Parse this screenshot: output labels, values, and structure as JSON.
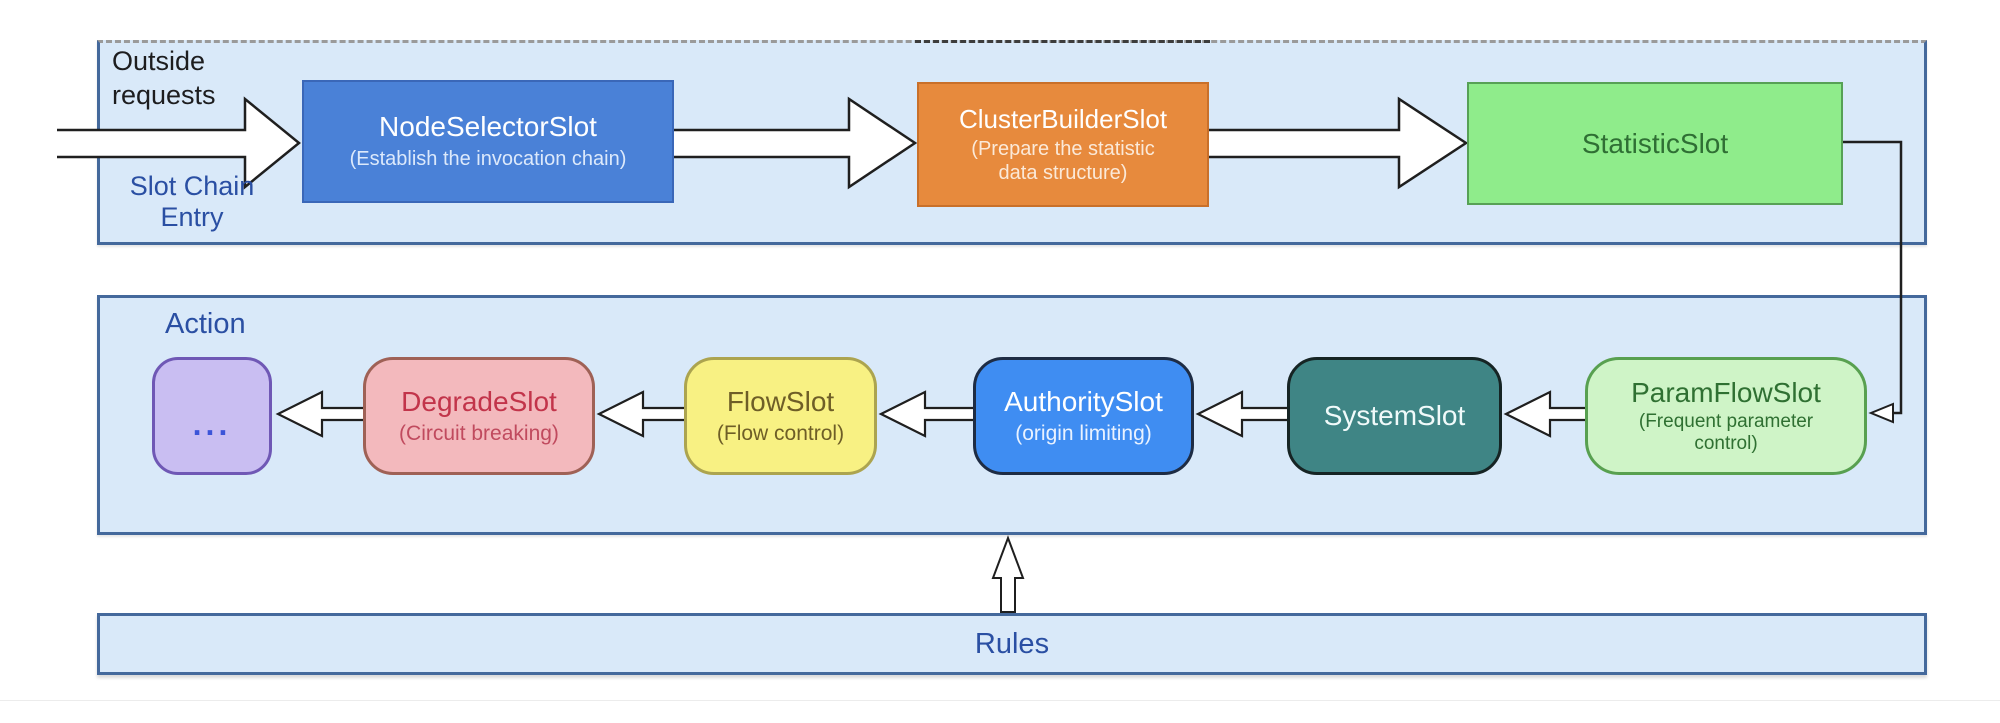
{
  "labels": {
    "outside_requests": "Outside\nrequests",
    "slot_chain_entry": "Slot Chain\nEntry",
    "action": "Action",
    "rules": "Rules"
  },
  "entry_chain": [
    {
      "title": "NodeSelectorSlot",
      "subtitle": "(Establish the invocation chain)",
      "fill": "#4a81d7",
      "border": "#3a67b8",
      "text_color": "#ffffff"
    },
    {
      "title": "ClusterBuilderSlot",
      "subtitle": "(Prepare the statistic\ndata structure)",
      "fill": "#e78a3d",
      "border": "#c9702a",
      "text_color": "#ffffff"
    },
    {
      "title": "StatisticSlot",
      "subtitle": "",
      "fill": "#8fec8b",
      "border": "#57a156",
      "text_color": "#2f6f34"
    }
  ],
  "action_chain": [
    {
      "title": "...",
      "subtitle": "",
      "fill": "#c9bef2",
      "border": "#6f58b5",
      "text_color": "#3c55d8"
    },
    {
      "title": "DegradeSlot",
      "subtitle": "(Circuit breaking)",
      "fill": "#f3b9bd",
      "border": "#9f6156",
      "text_color": "#c2344a"
    },
    {
      "title": "FlowSlot",
      "subtitle": "(Flow control)",
      "fill": "#f8f183",
      "border": "#aca44f",
      "text_color": "#6e5e27"
    },
    {
      "title": "AuthoritySlot",
      "subtitle": "(origin limiting)",
      "fill": "#3f8df2",
      "border": "#1e2c44",
      "text_color": "#ffffff"
    },
    {
      "title": "SystemSlot",
      "subtitle": "",
      "fill": "#3f8585",
      "border": "#162424",
      "text_color": "#f0fafa"
    },
    {
      "title": "ParamFlowSlot",
      "subtitle": "(Frequent parameter\ncontrol)",
      "fill": "#cff4c7",
      "border": "#58a050",
      "text_color": "#2f7032"
    }
  ],
  "colors": {
    "band_fill": "#d9e9f9",
    "band_border": "#44699c",
    "label_blue": "#2a4fa3",
    "arrow_fill": "#ffffff",
    "arrow_outline": "#1f1f1f"
  }
}
